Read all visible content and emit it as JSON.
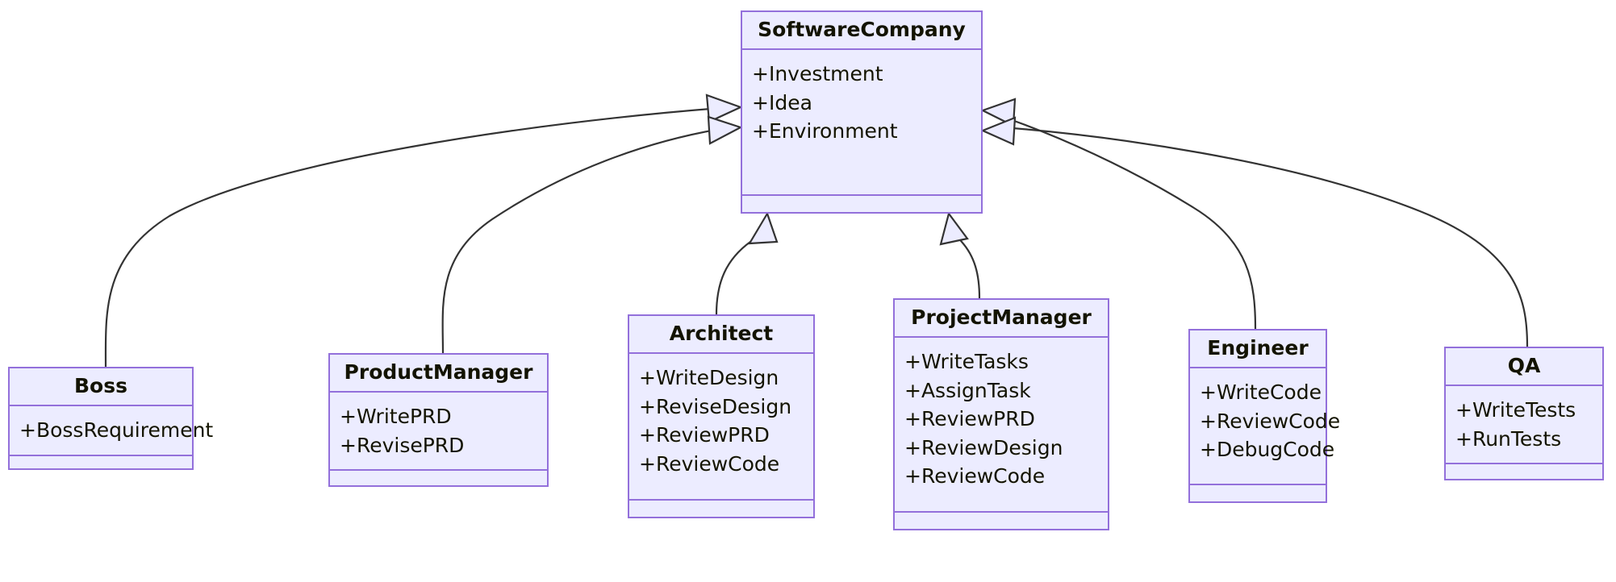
{
  "diagram": {
    "kind": "uml-class-diagram",
    "title": "",
    "relationship_type": "generalization",
    "colors": {
      "node_fill": "#ECECFF",
      "node_border": "#9370DB",
      "text": "#131300",
      "edge": "#333333",
      "background": "#FFFFFF",
      "arrowhead_fill": "#ECECFF"
    },
    "classes": [
      {
        "id": "software-company",
        "name": "SoftwareCompany",
        "attributes": [
          "+Investment",
          "+Idea",
          "+Environment"
        ],
        "methods": []
      },
      {
        "id": "boss",
        "name": "Boss",
        "attributes": [
          "+BossRequirement"
        ],
        "methods": []
      },
      {
        "id": "product-manager",
        "name": "ProductManager",
        "attributes": [
          "+WritePRD",
          "+RevisePRD"
        ],
        "methods": []
      },
      {
        "id": "architect",
        "name": "Architect",
        "attributes": [
          "+WriteDesign",
          "+ReviseDesign",
          "+ReviewPRD",
          "+ReviewCode"
        ],
        "methods": []
      },
      {
        "id": "project-manager",
        "name": "ProjectManager",
        "attributes": [
          "+WriteTasks",
          "+AssignTask",
          "+ReviewPRD",
          "+ReviewDesign",
          "+ReviewCode"
        ],
        "methods": []
      },
      {
        "id": "engineer",
        "name": "Engineer",
        "attributes": [
          "+WriteCode",
          "+ReviewCode",
          "+DebugCode"
        ],
        "methods": []
      },
      {
        "id": "qa",
        "name": "QA",
        "attributes": [
          "+WriteTests",
          "+RunTests"
        ],
        "methods": []
      }
    ],
    "edges": [
      {
        "from": "boss",
        "to": "software-company",
        "type": "generalization",
        "label": ""
      },
      {
        "from": "product-manager",
        "to": "software-company",
        "type": "generalization",
        "label": ""
      },
      {
        "from": "architect",
        "to": "software-company",
        "type": "generalization",
        "label": ""
      },
      {
        "from": "project-manager",
        "to": "software-company",
        "type": "generalization",
        "label": ""
      },
      {
        "from": "engineer",
        "to": "software-company",
        "type": "generalization",
        "label": ""
      },
      {
        "from": "qa",
        "to": "software-company",
        "type": "generalization",
        "label": ""
      }
    ]
  }
}
